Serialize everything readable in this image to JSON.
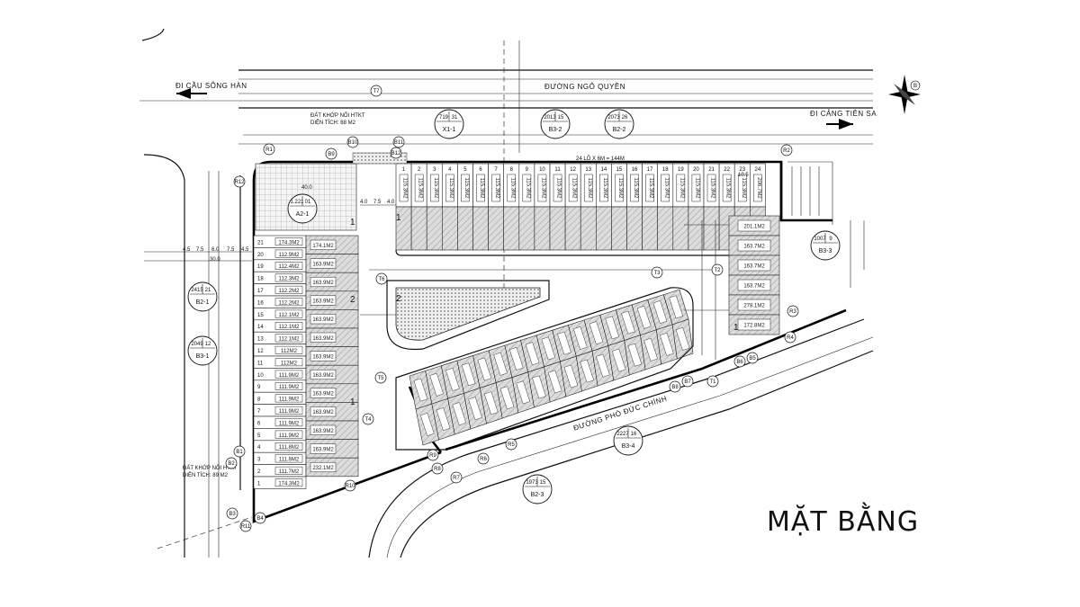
{
  "title": "MẶT BẰNG",
  "roads": {
    "ngo_quyen": "ĐƯỜNG NGÔ QUYỀN",
    "to_han_bridge": "ĐI CẦU SÔNG HÀN",
    "to_tien_sa": "ĐI CẢNG TIÊN SA",
    "pho_duc_chinh": "ĐƯỜNG PHÓ ĐỨC CHÍNH"
  },
  "blocks": [
    {
      "code": "X1-1",
      "area": "719",
      "floors": "31"
    },
    {
      "code": "B3-2",
      "area": "2013",
      "floors": "15"
    },
    {
      "code": "B2-2",
      "area": "2073",
      "floors": "26"
    },
    {
      "code": "A2-1",
      "area": "1.221",
      "floors": "01"
    },
    {
      "code": "B2-1",
      "area": "2415",
      "floors": "21"
    },
    {
      "code": "B3-1",
      "area": "2049",
      "floors": "12"
    },
    {
      "code": "B3-3",
      "area": "1007",
      "floors": "9"
    },
    {
      "code": "B3-4",
      "area": "2227",
      "floors": "16"
    },
    {
      "code": "B2-3",
      "area": "1973",
      "floors": "15"
    }
  ],
  "notes": {
    "top_green": [
      "ĐẤT KHỚP NỐI HTKT",
      "DIỆN TÍCH: 88 M2"
    ],
    "left_green": [
      "ĐẤT KHỚP NỐI HTKT",
      "DIỆN TÍCH: 89 M2"
    ],
    "top_row_dim": "24 LÔ X 6M = 144M"
  },
  "left_column_lots": [
    "174.3M2",
    "112.9M2",
    "112.4M2",
    "112.3M2",
    "112.2M2",
    "112.2M2",
    "112.1M2",
    "112.1M2",
    "112.1M2",
    "112M2",
    "112M2",
    "111.9M2",
    "111.9M2",
    "111.9M2",
    "111.9M2",
    "111.9M2",
    "111.9M2",
    "111.8M2",
    "111.8M2",
    "111.7M2",
    "174.3M2"
  ],
  "right_column_lots": [
    "174.1M2",
    "163.9M2",
    "163.9M2",
    "163.9M2",
    "163.9M2",
    "163.9M2",
    "163.9M2",
    "163.9M2",
    "163.9M2",
    "163.9M2",
    "163.9M2",
    "163.9M2",
    "232.1M2"
  ],
  "top_row_lots": [
    "115.3M2",
    "115.3M2",
    "115.3M2",
    "115.3M2",
    "115.3M2",
    "115.3M2",
    "115.3M2",
    "115.3M2",
    "115.3M2",
    "115.3M2",
    "115.3M2",
    "115.3M2",
    "115.3M2",
    "115.3M2",
    "115.3M2",
    "115.3M2",
    "115.3M2",
    "115.3M2",
    "115.3M2",
    "115.3M2",
    "115.3M2",
    "115.3M2",
    "115.3M2",
    "206.7M2"
  ],
  "east_lots": [
    "201.1M2",
    "163.7M2",
    "163.7M2",
    "163.7M2",
    "278.1M2",
    "172.8M2"
  ],
  "point_labels": {
    "R": [
      "R1",
      "R2",
      "R3",
      "R4",
      "R5",
      "R6",
      "R7",
      "R8",
      "R9",
      "R10",
      "R11",
      "R12"
    ],
    "T": [
      "T1",
      "T2",
      "T3",
      "T4",
      "T5",
      "T6",
      "T7"
    ],
    "B": [
      "B1",
      "B2",
      "B3",
      "B4",
      "B5",
      "B6",
      "B7",
      "B8",
      "B9",
      "B10",
      "B11",
      "B12"
    ]
  },
  "section_marks": [
    "1",
    "2",
    "1",
    "2",
    "1",
    "1"
  ],
  "dims": [
    "4.5",
    "7.5",
    "6.0",
    "7.5",
    "4.5",
    "30.0",
    "4.0",
    "7.5",
    "4.0",
    "10.5",
    "40.0"
  ]
}
